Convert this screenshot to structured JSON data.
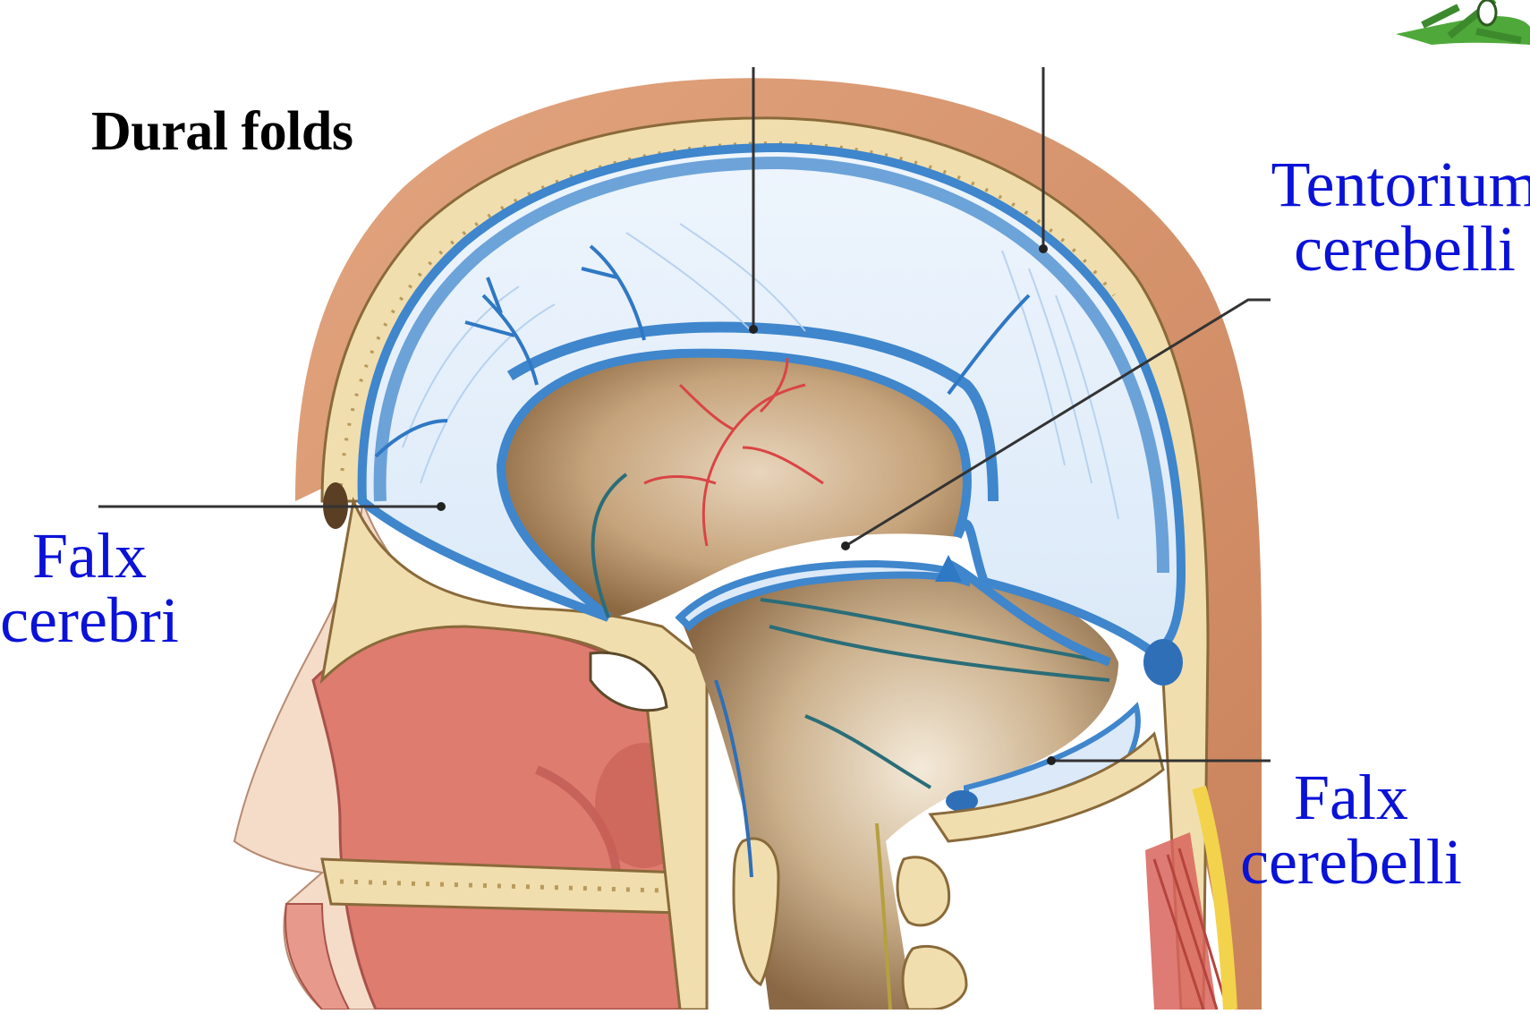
{
  "title": "Dural folds",
  "labels": {
    "tentorium": {
      "line1": "Tentorium",
      "line2": "cerebelli"
    },
    "falx_cerebri": {
      "line1": "Falx",
      "line2": "cerebri"
    },
    "falx_cerebelli": {
      "line1": "Falx",
      "line2": "cerebelli"
    }
  },
  "colors": {
    "label_blue": "#0a12d8",
    "scalp": "#d99a72",
    "bone": "#f1deae",
    "dura_blue": "#3f86cc",
    "dura_light": "#e6f0fb",
    "brain_cavity": "#b08a60",
    "nasal_mucosa": "#d9776c",
    "artery": "#d44040"
  },
  "icons": {
    "corner_logo": "tree-logo-icon"
  }
}
